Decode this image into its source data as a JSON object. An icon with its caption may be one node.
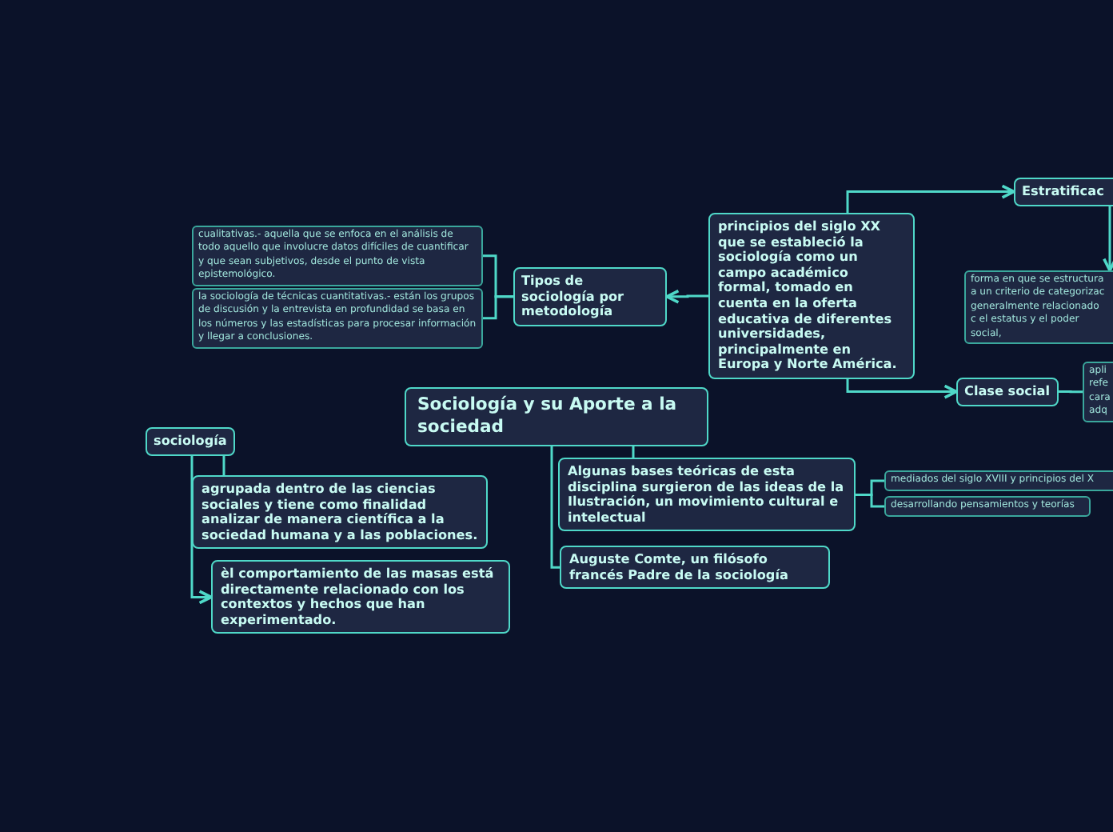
{
  "diagram": {
    "nodes": [
      {
        "text": [
          "Sociología y su Aporte a la sociedad"
        ]
      },
      {
        "text": [
          "principios del siglo XX que se estableció la sociología como un campo académico formal, tomado en cuenta en la oferta educativa de diferentes universidades, principalmente en Europa y Norte América."
        ]
      },
      {
        "text": [
          "Tipos de sociología por metodología"
        ]
      },
      {
        "text": [
          "cualitativas.- aquella que se enfoca en el análisis de todo aquello que involucre datos difíciles de cuantificar y que sean subjetivos, desde el punto de vista epistemológico."
        ]
      },
      {
        "text": [
          "la sociología de técnicas cuantitativas.- están los grupos de discusión y la entrevista en profundidad se basa en los números y las estadísticas para procesar información y llegar a conclusiones."
        ]
      },
      {
        "text": [
          "Estratificac"
        ]
      },
      {
        "text": [
          "forma en que se estructura a un criterio de categorizac generalmente relacionado c el estatus y el poder social,"
        ]
      },
      {
        "text": [
          "Clase social"
        ]
      },
      {
        "text": [
          "apli refe cara adq"
        ]
      },
      {
        "text": [
          "sociología"
        ]
      },
      {
        "text": [
          "agrupada dentro de las ciencias sociales y tiene como finalidad analizar de manera científica a la sociedad humana y a las poblaciones."
        ]
      },
      {
        "text": [
          "èl comportamiento de las masas está directamente relacionado con los contextos y hechos que han experimentado."
        ]
      },
      {
        "text": [
          "Algunas bases teóricas de esta disciplina surgieron de las ideas de la Ilustración, un movimiento cultural e intelectual"
        ]
      },
      {
        "text": [
          "mediados del siglo XVIII y principios del X"
        ]
      },
      {
        "text": [
          "desarrollando pensamientos y teorías"
        ]
      },
      {
        "text": [
          "Auguste Comte, un filósofo francés Padre de la sociología"
        ]
      }
    ],
    "edges": [
      {
        "from": 0,
        "to": 12,
        "arrow": "none"
      },
      {
        "from": 0,
        "to": 15,
        "arrow": "none"
      },
      {
        "from": 1,
        "to": 2,
        "arrow": "to"
      },
      {
        "from": 2,
        "to": 3,
        "arrow": "none"
      },
      {
        "from": 2,
        "to": 4,
        "arrow": "none"
      },
      {
        "from": 1,
        "to": 5,
        "arrow": "to"
      },
      {
        "from": 1,
        "to": 7,
        "arrow": "to"
      },
      {
        "from": 5,
        "to": 6,
        "arrow": "to"
      },
      {
        "from": 7,
        "to": 8,
        "arrow": "none"
      },
      {
        "from": 9,
        "to": 10,
        "arrow": "none"
      },
      {
        "from": 9,
        "to": 11,
        "arrow": "to"
      },
      {
        "from": 12,
        "to": 13,
        "arrow": "none"
      },
      {
        "from": 12,
        "to": 14,
        "arrow": "none"
      }
    ]
  }
}
